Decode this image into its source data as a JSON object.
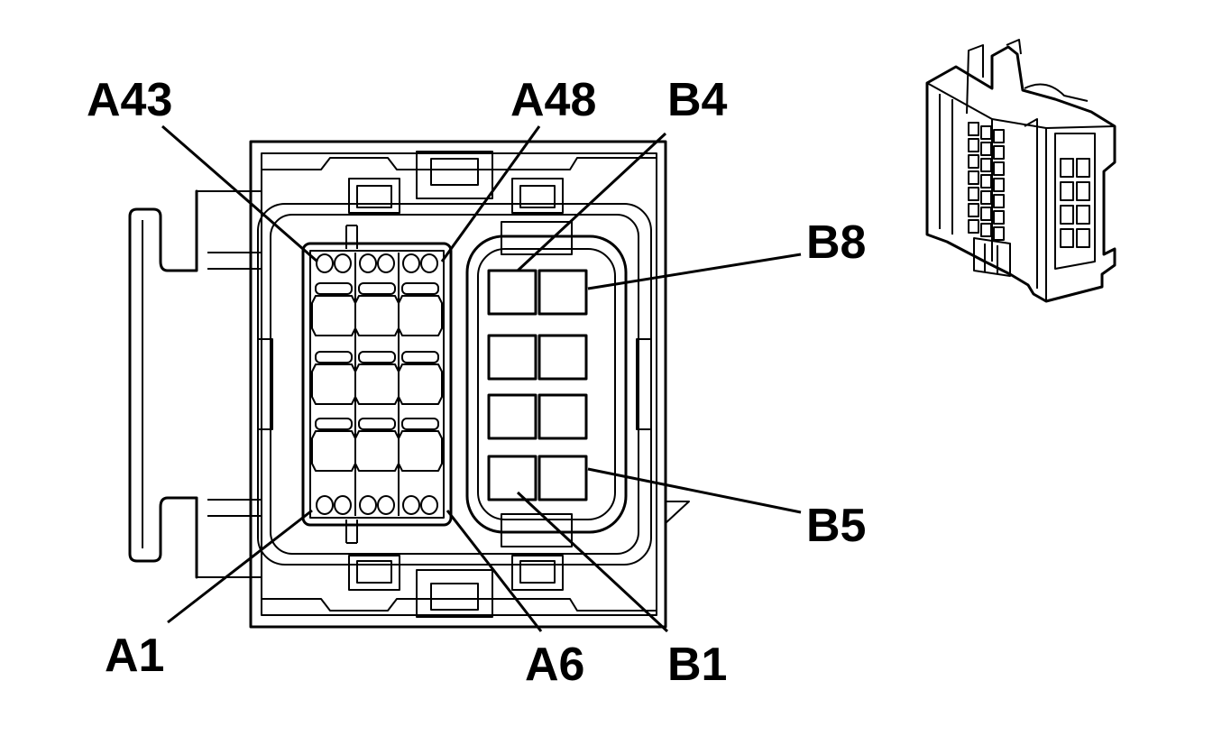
{
  "labels": {
    "a43": "A43",
    "a48": "A48",
    "b4": "B4",
    "b8": "B8",
    "b5": "B5",
    "a1": "A1",
    "a6": "A6",
    "b1": "B1"
  },
  "colors": {
    "line": "#000000",
    "background": "#ffffff"
  }
}
